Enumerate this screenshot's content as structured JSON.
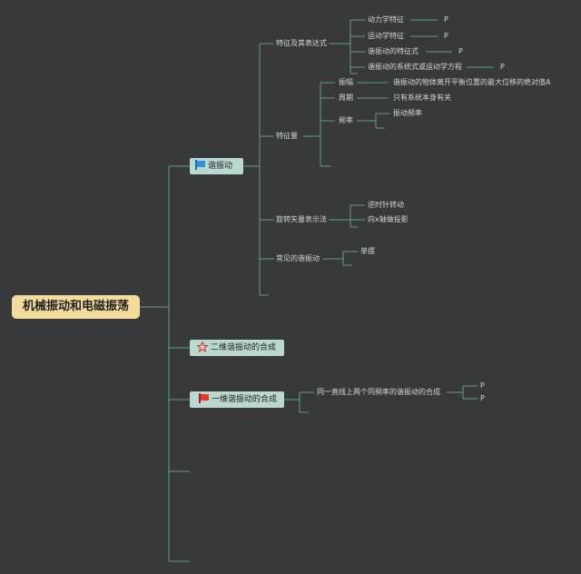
{
  "root": {
    "label": "机械振动和电磁振荡"
  },
  "branches": [
    {
      "label": "谐振动",
      "icon": "blue-flag-icon"
    },
    {
      "label": "二维谐振动的合成",
      "icon": "star-icon"
    },
    {
      "label": "一维谐振动的合成",
      "icon": "red-flag-icon"
    }
  ],
  "harmonic": {
    "features_expr": {
      "label": "特征及其表达式",
      "items": [
        {
          "label": "动力学特征",
          "suffix": "P"
        },
        {
          "label": "运动学特征",
          "suffix": "P"
        },
        {
          "label": "谐振动的特征式",
          "suffix": "P"
        },
        {
          "label": "谐振动的系统式或运动学方程",
          "suffix": "P"
        }
      ]
    },
    "characteristic": {
      "label": "特征量",
      "amplitude": {
        "label": "振幅",
        "desc": "谐振动的物体离开平衡位置的最大位移的绝对值A"
      },
      "period": {
        "label": "周期",
        "desc": "只有系统本身有关"
      },
      "frequency": {
        "label": "频率",
        "child": "振动频率"
      }
    },
    "rotating_vector": {
      "label": "旋转矢量表示法",
      "items": [
        "逆时针转动",
        "向x轴做投影"
      ]
    },
    "common": {
      "label": "常见的谐振动",
      "items": [
        "单摆"
      ]
    }
  },
  "one_dim": {
    "child": "同一直线上两个同频率的谐振动的合成",
    "suffixes": [
      "P",
      "P"
    ]
  },
  "colors": {
    "background": "#37393a",
    "line": "#5f9e8c",
    "root": "#f3dc9a",
    "branch": "#b9d8cf"
  }
}
